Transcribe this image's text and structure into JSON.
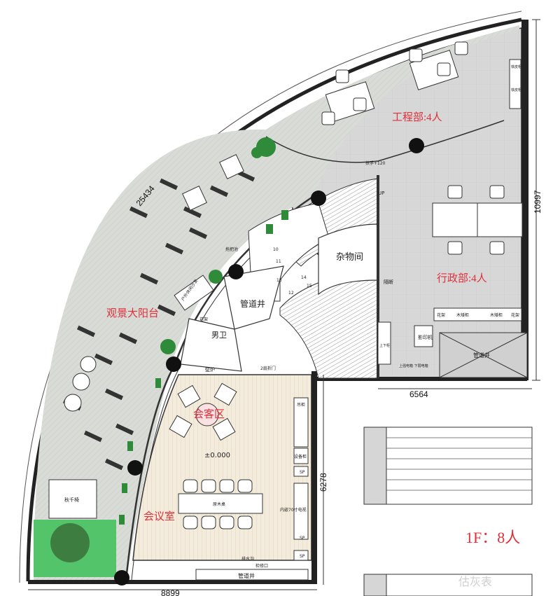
{
  "rooms": {
    "engineering": "工程部:4人",
    "admin": "行政部:4人",
    "balcony": "观景大阳台",
    "reception": "会客区",
    "meeting": "会议室",
    "storage": "杂物间",
    "pipe_shaft_left": "管道井",
    "pipe_shaft_right": "管道井",
    "pipe_shaft_bottom": "管道井",
    "mens_wc": "男卫"
  },
  "labels": {
    "floor": "1F：8人",
    "elevation": "±0.000",
    "up": "UP",
    "partition": "隔断",
    "handrail": "扶手+120",
    "printer": "影印机",
    "wood_cabinet_1": "木矮柜",
    "wood_cabinet_2": "木矮柜",
    "flower_rack_1": "花架",
    "flower_rack_2": "花架",
    "flower_rack_3": "花架",
    "wall_stove": "壁炉",
    "folding_door": "2扇折门",
    "mop_pool": "拖把池",
    "outdoor_sofa": "户外休闲沙发",
    "swing_chair": "秋千椅",
    "solid_table": "原木桌",
    "hanging_cabinet": "吊柜",
    "equipment_cabinet": "设备柜",
    "tv": "内嵌70寸电视",
    "gutter": "排水沟",
    "inspection_port": "检修口",
    "side_cabinet": "上下柜",
    "strong_weak_box": "上强电箱 下弱电箱",
    "iron_cabinet_1": "铁皮柜",
    "iron_cabinet_2": "铁皮柜",
    "sp_1": "SP",
    "sp_2": "SP",
    "sp_3": "SP"
  },
  "dimensions": {
    "arc": "25434",
    "right_height": "10997",
    "mid_width": "6564",
    "meeting_height": "6278",
    "bottom_width": "8899"
  },
  "stair_numbers": [
    "10",
    "11",
    "12",
    "13",
    "14",
    "15"
  ],
  "watermark": "估灰表",
  "colors": {
    "label_red": "#e0303a",
    "office_floor": "#d6d6d6",
    "balcony_floor": "#d9dcd8",
    "meeting_floor": "#f1eadb",
    "plant_green": "#2f8a3a"
  }
}
